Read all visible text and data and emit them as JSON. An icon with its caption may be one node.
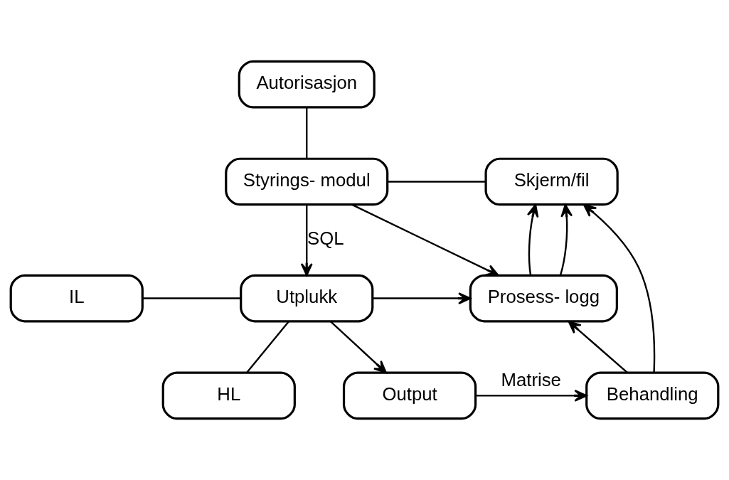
{
  "diagram": {
    "nodes": [
      {
        "text": [
          "Autorisasjon"
        ]
      },
      {
        "text": [
          "Styrings- modul"
        ]
      },
      {
        "text": [
          "Skjerm/fil"
        ]
      },
      {
        "text": [
          "Prosess- logg"
        ]
      },
      {
        "text": [
          "IL"
        ]
      },
      {
        "text": [
          "Utplukk"
        ]
      },
      {
        "text": [
          "Behandling"
        ]
      },
      {
        "text": [
          "Output"
        ]
      },
      {
        "text": [
          "HL"
        ]
      }
    ],
    "edges": [
      {
        "from": 0,
        "to": 1,
        "arrow": "none"
      },
      {
        "from": 1,
        "to": 2,
        "arrow": "none"
      },
      {
        "from": 3,
        "to": 2,
        "arrow": "to"
      },
      {
        "from": 1,
        "to": 5,
        "arrow": "to",
        "label": "SQL"
      },
      {
        "from": 1,
        "to": 3,
        "arrow": "to"
      },
      {
        "from": 3,
        "to": 2,
        "arrow": "to"
      },
      {
        "from": 6,
        "to": 2,
        "arrow": "to"
      },
      {
        "from": 4,
        "to": 5,
        "arrow": "none"
      },
      {
        "from": 5,
        "to": 3,
        "arrow": "to"
      },
      {
        "from": 6,
        "to": 3,
        "arrow": "to"
      },
      {
        "from": 5,
        "to": 7,
        "arrow": "to"
      },
      {
        "from": 5,
        "to": 8,
        "arrow": "none"
      },
      {
        "from": 7,
        "to": 6,
        "arrow": "to",
        "label": "Matrise"
      }
    ]
  }
}
